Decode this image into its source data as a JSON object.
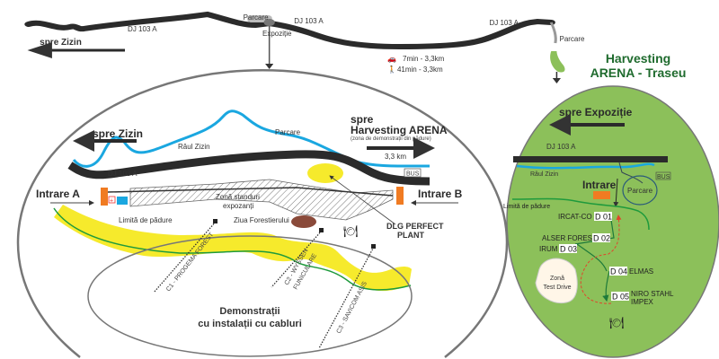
{
  "colors": {
    "road": "#2b2b2b",
    "river": "#1aa7e0",
    "forest_edge": "#1e9a3c",
    "forest_band": "#f6ea2c",
    "arena": "#8cc05a",
    "title": "#1f6b2e",
    "entrance": "#f07b22",
    "route_out": "#1e7a3a",
    "route_back": "#e0452b",
    "ziua": "#8a4a3a"
  },
  "top_route": {
    "road_labels": [
      "DJ 103 A",
      "DJ 103 A",
      "DJ 103 A"
    ],
    "spre_zizin": "spre Zizin",
    "parcare_1": "Parcare",
    "expozitie": "Expoziție",
    "parcare_2": "Parcare",
    "car_time": "7min - 3,3km",
    "walk_time": "41min - 3,3km",
    "title_line1": "Harvesting",
    "title_line2": "ARENA - Traseu"
  },
  "expo_map": {
    "spre_zizin": "spre Zizin",
    "spre": "spre",
    "harvesting_arena": "Harvesting ARENA",
    "zona_demo": "(zona de demonstrații din pădure)",
    "distance": "3,3 km",
    "raul": "Râul Zizin",
    "parcare": "Parcare",
    "road": "DJ 103 A",
    "bus": "BUS",
    "intrare_a": "Intrare A",
    "intrare_b": "Intrare B",
    "zona_standuri_1": "Zonă standuri",
    "zona_standuri_2": "expozanți",
    "limita": "Limită de pădure",
    "ziua": "Ziua Forestierului",
    "dlg_1": "DLG PERFECT",
    "dlg_2": "PLANT",
    "c1": "C1 - PROGEMA FOREST",
    "c2a": "C2 - WYSSEN",
    "c2b": "FUNICULARE",
    "c3": "C3 - SAVICOM ASIS",
    "demo_1": "Demonstrații",
    "demo_2": "cu instalații cu cabluri"
  },
  "arena_map": {
    "spre_expozitie": "spre Expoziție",
    "road": "DJ 103 A",
    "raul": "Râul Zizin",
    "bus": "BUS",
    "intrare": "Intrare",
    "parcare": "Parcare",
    "limita": "Limită de pădure",
    "test_drive_1": "Zonă",
    "test_drive_2": "Test Drive",
    "stations": [
      {
        "code": "D 01",
        "name": "IRCAT-CO"
      },
      {
        "code": "D 02",
        "name": "ALSER FOREST"
      },
      {
        "code": "D 03",
        "name": "IRUM"
      },
      {
        "code": "D 04",
        "name": "ELMAS"
      },
      {
        "code": "D 05",
        "name": "NIRO STAHL",
        "name2": "IMPEX"
      }
    ]
  }
}
